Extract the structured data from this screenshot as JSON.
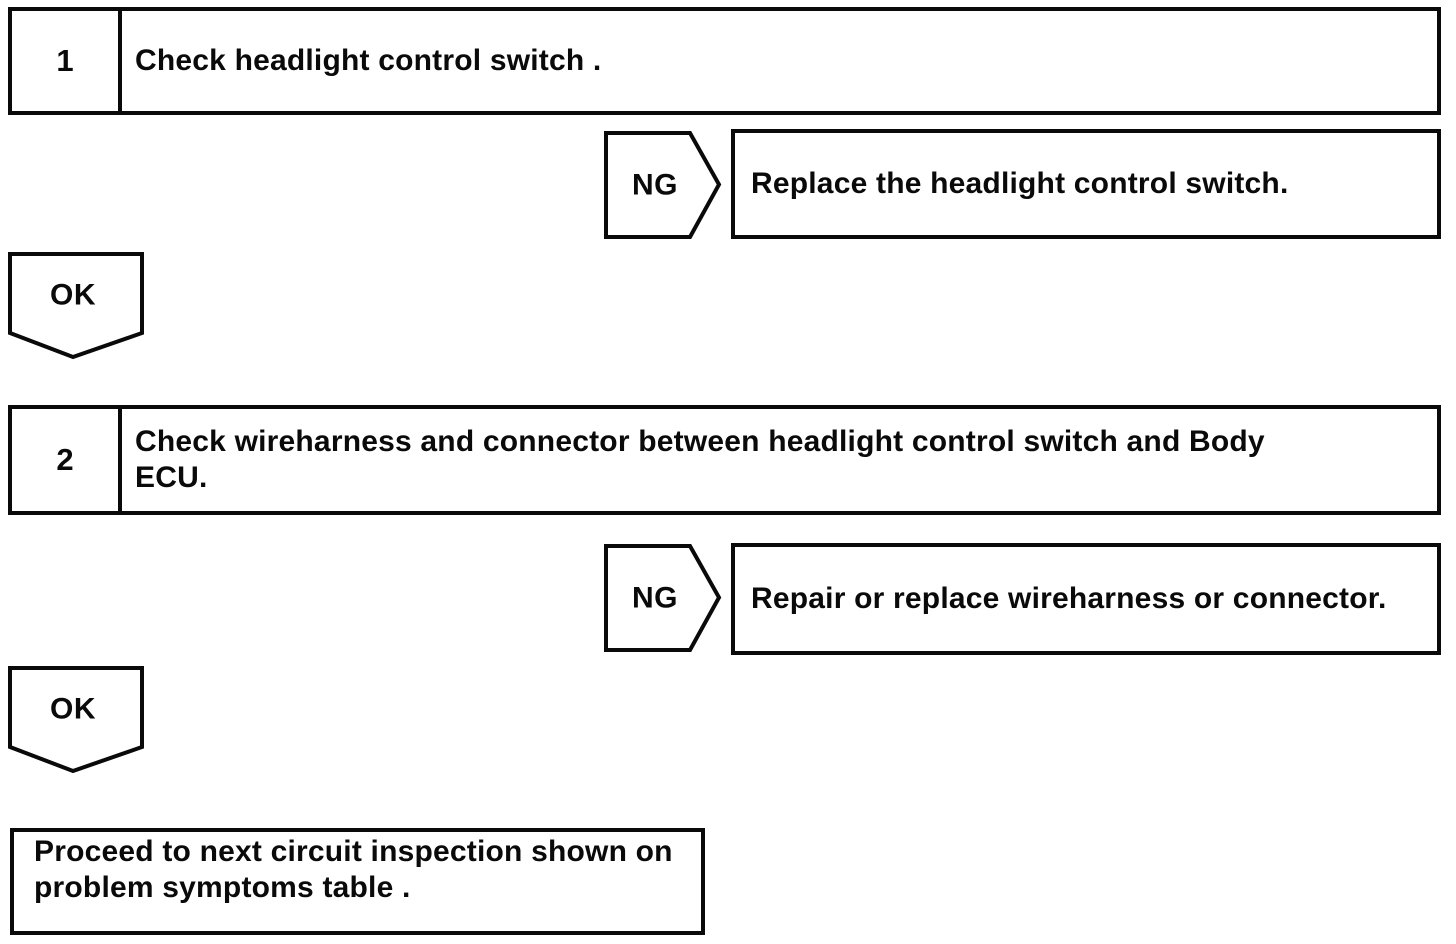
{
  "page": {
    "background": "#ffffff",
    "ink": "#0a0a0a",
    "kind": "troubleshooting-flowchart"
  },
  "flowchart": {
    "steps": [
      {
        "number": "1",
        "title_lines": [
          "Check headlight control switch ."
        ],
        "ng": {
          "label": "NG",
          "action_lines": [
            "Replace the headlight control switch."
          ]
        },
        "ok_label": "OK"
      },
      {
        "number": "2",
        "title_lines": [
          "Check wireharness and connector between headlight control switch and Body",
          "ECU."
        ],
        "ng": {
          "label": "NG",
          "action_lines": [
            "Repair or replace wireharness or connector."
          ]
        },
        "ok_label": "OK"
      }
    ],
    "end": {
      "lines": [
        "Proceed to next circuit inspection shown on",
        "problem symptoms table ."
      ]
    }
  }
}
